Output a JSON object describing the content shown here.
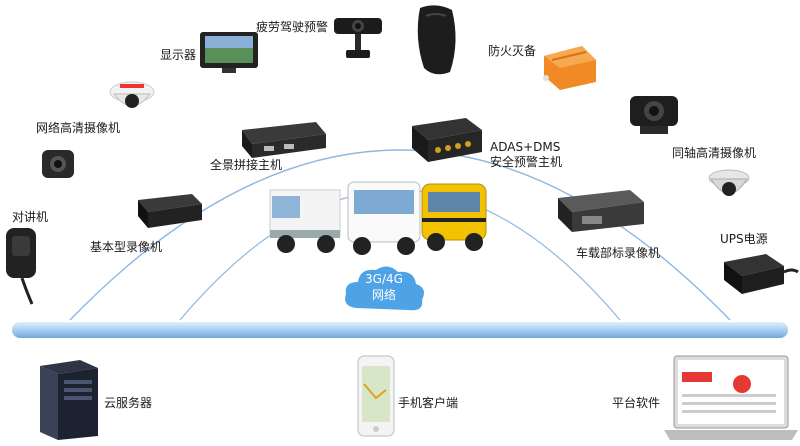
{
  "labels": {
    "display": "显示器",
    "fatigue_warning": "疲劳驾驶预警",
    "fire_suppression": "防火灭备",
    "network_hd_camera": "网络高清摄像机",
    "coax_hd_camera": "同轴高清摄像机",
    "intercom": "对讲机",
    "panoramic_host": "全景拼接主机",
    "adas_dms_line1": "ADAS+DMS",
    "adas_dms_line2": "安全预警主机",
    "basic_recorder": "基本型录像机",
    "vehicle_recorder": "车载部标录像机",
    "ups_power": "UPS电源",
    "network_line1": "3G/4G",
    "network_line2": "网络",
    "cloud_server": "云服务器",
    "mobile_client": "手机客户端",
    "platform_software": "平台软件"
  },
  "colors": {
    "arc": "#8fb7e0",
    "bus_bar": "#a6cff0",
    "cloud": "#4ea3e6",
    "orange_device": "#f08a24"
  },
  "icons": [
    "monitor-icon",
    "dashcam-icon",
    "fire-unit-icon",
    "dome-camera-icon",
    "bullet-camera-icon",
    "radio-mic-icon",
    "dvr-box-icon",
    "vehicles-icon",
    "server-tower-icon",
    "smartphone-icon",
    "laptop-icon",
    "ups-icon"
  ]
}
